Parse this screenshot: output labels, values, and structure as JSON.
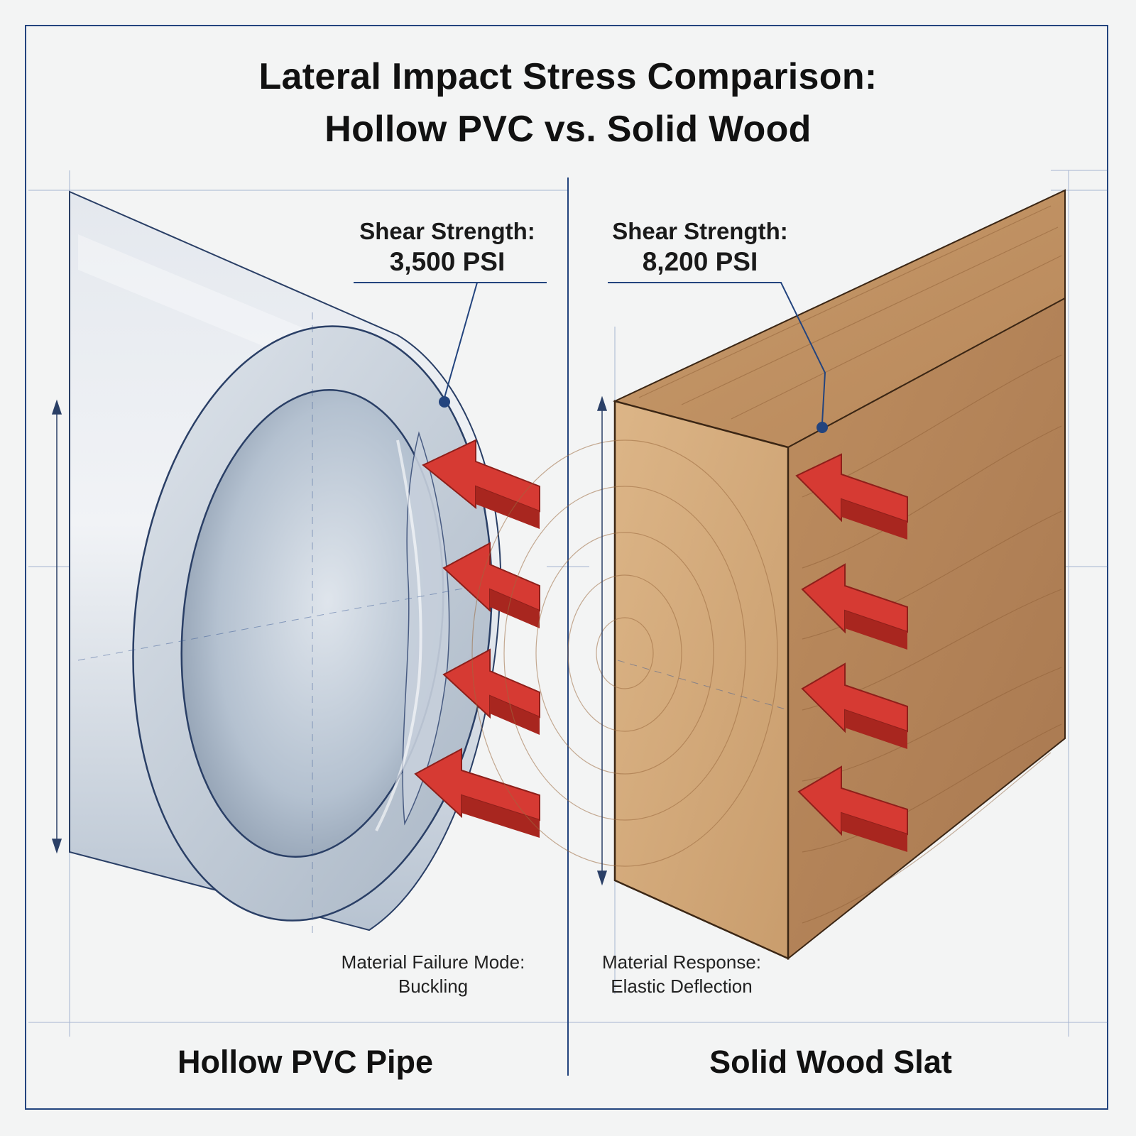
{
  "title": {
    "line1": "Lateral Impact Stress Comparison:",
    "line2": "Hollow PVC vs. Solid Wood"
  },
  "panels": [
    {
      "name": "Hollow PVC Pipe",
      "shear_label": "Shear Strength:",
      "shear_value": "3,500 PSI",
      "mode_label": "Material Failure Mode:",
      "mode_value": "Buckling"
    },
    {
      "name": "Solid Wood Slat",
      "shear_label": "Shear Strength:",
      "shear_value": "8,200 PSI",
      "mode_label": "Material Response:",
      "mode_value": "Elastic Deflection"
    }
  ],
  "colors": {
    "frame_blue": "#23447e",
    "force_arrow_red": "#d63a33",
    "pvc_gray_blue": "#c9d3df",
    "wood_tan": "#c89a6a"
  },
  "icons": [
    "force-arrow-icon",
    "dimension-arrow-icon"
  ]
}
